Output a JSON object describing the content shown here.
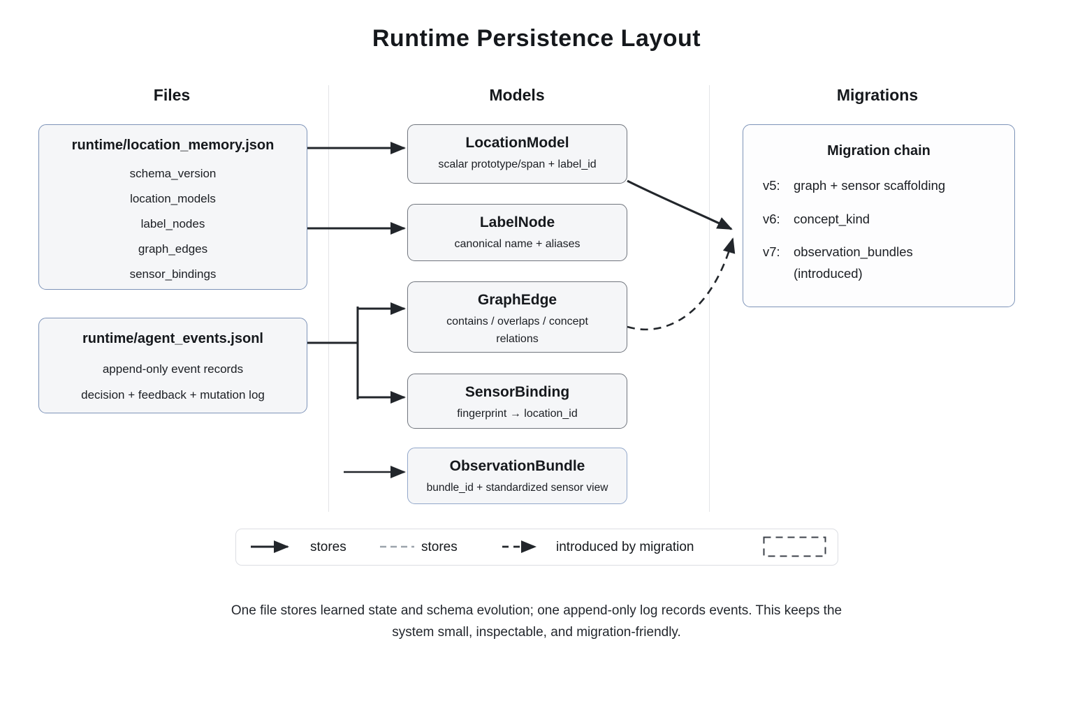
{
  "title": "Runtime Persistence Layout",
  "columns": {
    "files": "Files",
    "models": "Models",
    "migrations": "Migrations"
  },
  "files": [
    {
      "name": "runtime/location_memory.json",
      "fields": [
        "schema_version",
        "location_models",
        "label_nodes",
        "graph_edges",
        "sensor_bindings"
      ]
    },
    {
      "name": "runtime/agent_events.jsonl",
      "fields": [
        "append-only event records",
        "decision + feedback + mutation log"
      ]
    }
  ],
  "models": [
    {
      "name": "LocationModel",
      "desc": "scalar prototype/span + label_id"
    },
    {
      "name": "LabelNode",
      "desc": "canonical name + aliases"
    },
    {
      "name": "GraphEdge",
      "desc": "contains / overlaps / concept relations"
    },
    {
      "name": "SensorBinding",
      "desc": "fingerprint → location_id"
    },
    {
      "name": "ObservationBundle",
      "desc": "bundle_id + standardized sensor view"
    }
  ],
  "migrations": {
    "box_title": "Migration chain",
    "entries": [
      {
        "version": "v5:",
        "desc": "graph + sensor scaffolding"
      },
      {
        "version": "v6:",
        "desc": "concept_kind"
      },
      {
        "version": "v7:",
        "desc": "observation_bundles",
        "desc2": "(introduced)"
      }
    ]
  },
  "legend": {
    "solid_label": "stores",
    "dashed_gray_label": "stores",
    "dashed_black_label": "introduced by migration"
  },
  "caption": {
    "line1": "One file stores learned state and schema evolution; one append-only log records events. This keeps the",
    "line2": "system small, inspectable, and migration-friendly."
  },
  "colors": {
    "blue_border": "#7d93b8",
    "observation_border": "#92a7ca",
    "gray_border": "#70757d",
    "box_fill": "#f5f6f8",
    "arrow": "#22262b",
    "dashed_gray": "#9ca3ab",
    "divider": "#e3e4e7"
  }
}
